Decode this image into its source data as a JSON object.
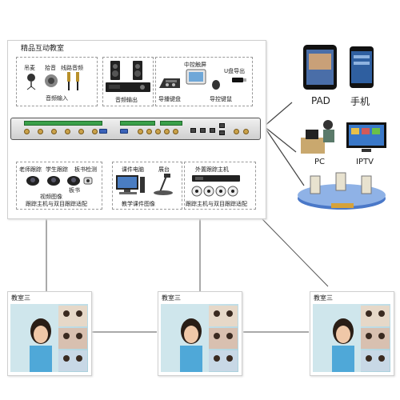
{
  "panel": {
    "title": "精品互动教室"
  },
  "audio_in": {
    "devices": [
      "吊麦",
      "拾音",
      "线路音频"
    ],
    "caption": "音频输入"
  },
  "audio_out": {
    "caption": "音频输出"
  },
  "control": {
    "labels": [
      "中控触屏",
      "U盘导出"
    ],
    "captions": [
      "导播键盘",
      "导控键鼠"
    ]
  },
  "tracking": {
    "labels": [
      "老师跟踪",
      "学生跟踪",
      "板书检测"
    ],
    "sub_label": "板书",
    "captions": [
      "视频图像",
      "跟踪主机与双目跟踪适配"
    ]
  },
  "courseware": {
    "labels": [
      "课件电脑",
      "展台"
    ],
    "caption": "教学课件图像"
  },
  "external": {
    "label": "外置跟踪主机",
    "caption": "跟踪主机与双目跟踪适配"
  },
  "clients": {
    "labels": [
      "PAD",
      "手机",
      "PC",
      "IPTV"
    ]
  },
  "classrooms": [
    {
      "title": "教室三"
    },
    {
      "title": "教室三"
    },
    {
      "title": "教室三"
    }
  ],
  "colors": {
    "port_gold": "#caa24a",
    "terminal_green": "#3aa04a",
    "vga_blue": "#3a62b8",
    "platform_blue": "#4a78c8"
  }
}
